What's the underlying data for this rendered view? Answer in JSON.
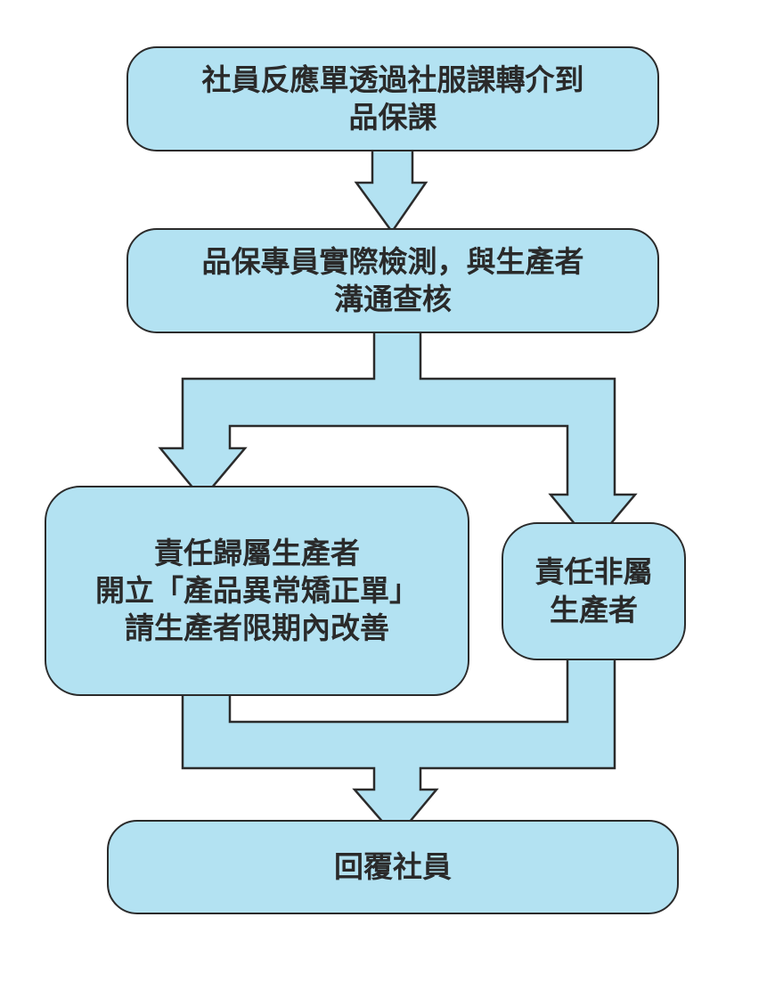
{
  "diagram": {
    "type": "flowchart",
    "colors": {
      "fill": "#b3e2f2",
      "stroke": "#2b2b2b",
      "text": "#2a2a2a",
      "background": "#ffffff"
    },
    "nodes": [
      {
        "id": "referral",
        "lines": [
          "社員反應單透過社服課轉介到",
          "品保課"
        ]
      },
      {
        "id": "inspection",
        "lines": [
          "品保專員實際檢測，與生產者",
          "溝通查核"
        ]
      },
      {
        "id": "producer-liable",
        "lines": [
          "責任歸屬生產者",
          "開立「產品異常矯正單」",
          "請生產者限期內改善"
        ]
      },
      {
        "id": "producer-not-liable",
        "lines": [
          "責任非屬",
          "生產者"
        ]
      },
      {
        "id": "reply-member",
        "lines": [
          "回覆社員"
        ]
      }
    ],
    "edges": [
      {
        "from": "referral",
        "to": "inspection"
      },
      {
        "from": "inspection",
        "to": "producer-liable"
      },
      {
        "from": "inspection",
        "to": "producer-not-liable"
      },
      {
        "from": "producer-liable",
        "to": "reply-member"
      },
      {
        "from": "producer-not-liable",
        "to": "reply-member"
      }
    ]
  }
}
